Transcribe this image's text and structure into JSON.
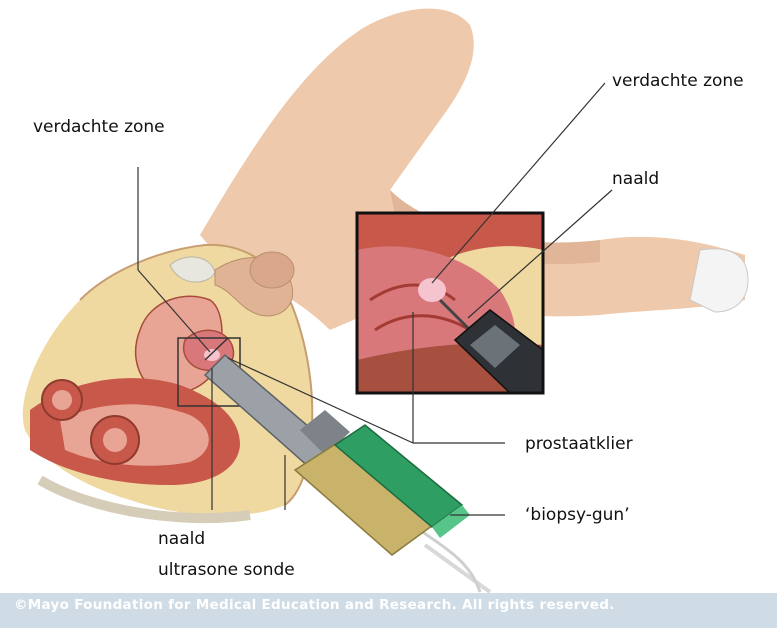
{
  "labels": {
    "suspect_zone_left": "verdachte zone",
    "suspect_zone_inset": "verdachte zone",
    "needle_inset": "naald",
    "prostate": "prostaatklier",
    "biopsy_gun": "‘biopsy-gun’",
    "needle_bottom": "naald",
    "ultrasound_probe": "ultrasone sonde"
  },
  "copyright": "©Mayo Foundation for Medical Education and Research.  All rights reserved.",
  "colors": {
    "skin": "#efc9ac",
    "skin_shadow": "#d9a88a",
    "tissue_red": "#c8584a",
    "tissue_pink": "#e8a494",
    "fat_yellow": "#f0d9a0",
    "probe_green": "#2e9e62",
    "probe_metal": "#8a8f94",
    "footer_band": "#cfdce6"
  }
}
